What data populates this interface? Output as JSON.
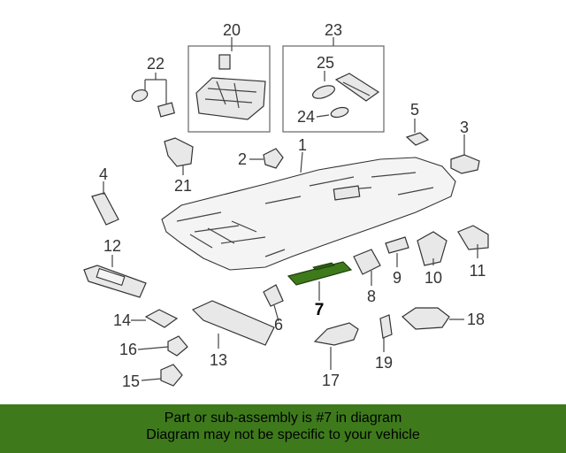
{
  "callouts": {
    "c1": "1",
    "c2": "2",
    "c3": "3",
    "c4": "4",
    "c5": "5",
    "c6": "6",
    "c7": "7",
    "c8": "8",
    "c9": "9",
    "c10": "10",
    "c11": "11",
    "c12": "12",
    "c13": "13",
    "c14": "14",
    "c15": "15",
    "c16": "16",
    "c17": "17",
    "c18": "18",
    "c19": "19",
    "c20": "20",
    "c21": "21",
    "c22": "22",
    "c23": "23",
    "c24": "24",
    "c25": "25"
  },
  "highlighted_part": "7",
  "colors": {
    "banner": "#3e7a1c",
    "highlight": "#3e7a1c"
  },
  "banner": {
    "line1": "Part or sub-assembly is #7 in diagram",
    "line2": "Diagram may not be specific to your vehicle"
  }
}
